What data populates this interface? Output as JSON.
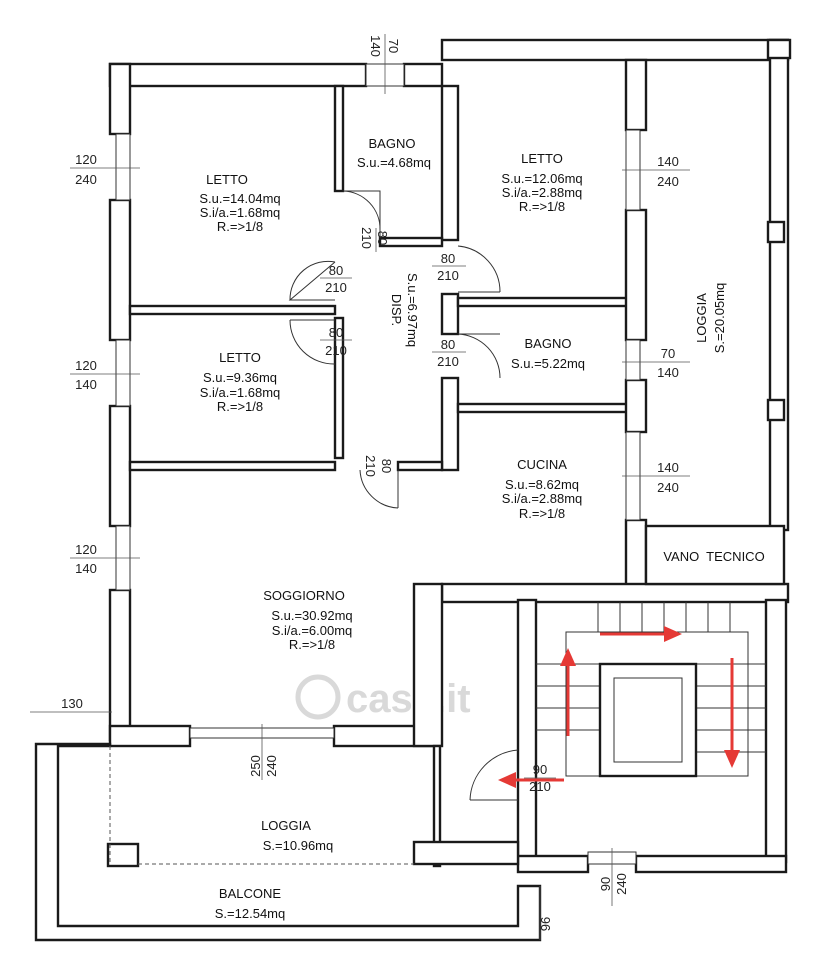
{
  "rooms": {
    "letto_1": {
      "name": "LETTO",
      "area": "S.u.=14.04mq",
      "aero": "S.i/a.=1.68mq",
      "ratio": "R.=>1/8"
    },
    "bagno_1": {
      "name": "BAGNO",
      "area": "S.u.=4.68mq"
    },
    "letto_2": {
      "name": "LETTO",
      "area": "S.u.=12.06mq",
      "aero": "S.i/a.=2.88mq",
      "ratio": "R.=>1/8"
    },
    "letto_3": {
      "name": "LETTO",
      "area": "S.u.=9.36mq",
      "aero": "S.i/a.=1.68mq",
      "ratio": "R.=>1/8"
    },
    "disp": {
      "name": "DISP.",
      "area": "S.u.=6.97mq"
    },
    "bagno_2": {
      "name": "BAGNO",
      "area": "S.u.=5.22mq"
    },
    "loggia_1": {
      "name": "LOGGIA",
      "area": "S.=20.05mq"
    },
    "cucina": {
      "name": "CUCINA",
      "area": "S.u.=8.62mq",
      "aero": "S.i/a.=2.88mq",
      "ratio": "R.=>1/8"
    },
    "vano_tecnico": {
      "name": "VANO  TECNICO"
    },
    "soggiorno": {
      "name": "SOGGIORNO",
      "area": "S.u.=30.92mq",
      "aero": "S.i/a.=6.00mq",
      "ratio": "R.=>1/8"
    },
    "loggia_2": {
      "name": "LOGGIA",
      "area": "S.=10.96mq"
    },
    "balcone": {
      "name": "BALCONE",
      "area": "S.=12.54mq"
    }
  },
  "dimensions": {
    "top_window": {
      "a": "70",
      "b": "140"
    },
    "letto1_window": {
      "a": "120",
      "b": "240"
    },
    "letto2_window": {
      "a": "140",
      "b": "240"
    },
    "letto3_window": {
      "a": "120",
      "b": "140"
    },
    "bagno2_window": {
      "a": "70",
      "b": "140"
    },
    "cucina_window": {
      "a": "140",
      "b": "240"
    },
    "soggiorno_window": {
      "a": "120",
      "b": "140"
    },
    "door_bagno1": {
      "a": "80",
      "b": "210"
    },
    "door_letto1": {
      "a": "80",
      "b": "210"
    },
    "door_letto2": {
      "a": "80",
      "b": "210"
    },
    "door_letto3": {
      "a": "80",
      "b": "210"
    },
    "door_bagno2": {
      "a": "80",
      "b": "210"
    },
    "door_disp_soggiorno": {
      "a": "80",
      "b": "210"
    },
    "door_entrance": {
      "a": "90",
      "b": "210"
    },
    "loggia_door": {
      "a": "250",
      "b": "240"
    },
    "stair_window": {
      "a": "90",
      "b": "240"
    },
    "left_edge": "130",
    "bottom_edge": "96"
  },
  "watermark": "casa.it",
  "colors": {
    "walls": "#1a1a1a",
    "arrows": "#e53935",
    "watermark": "#d9d9d9"
  }
}
